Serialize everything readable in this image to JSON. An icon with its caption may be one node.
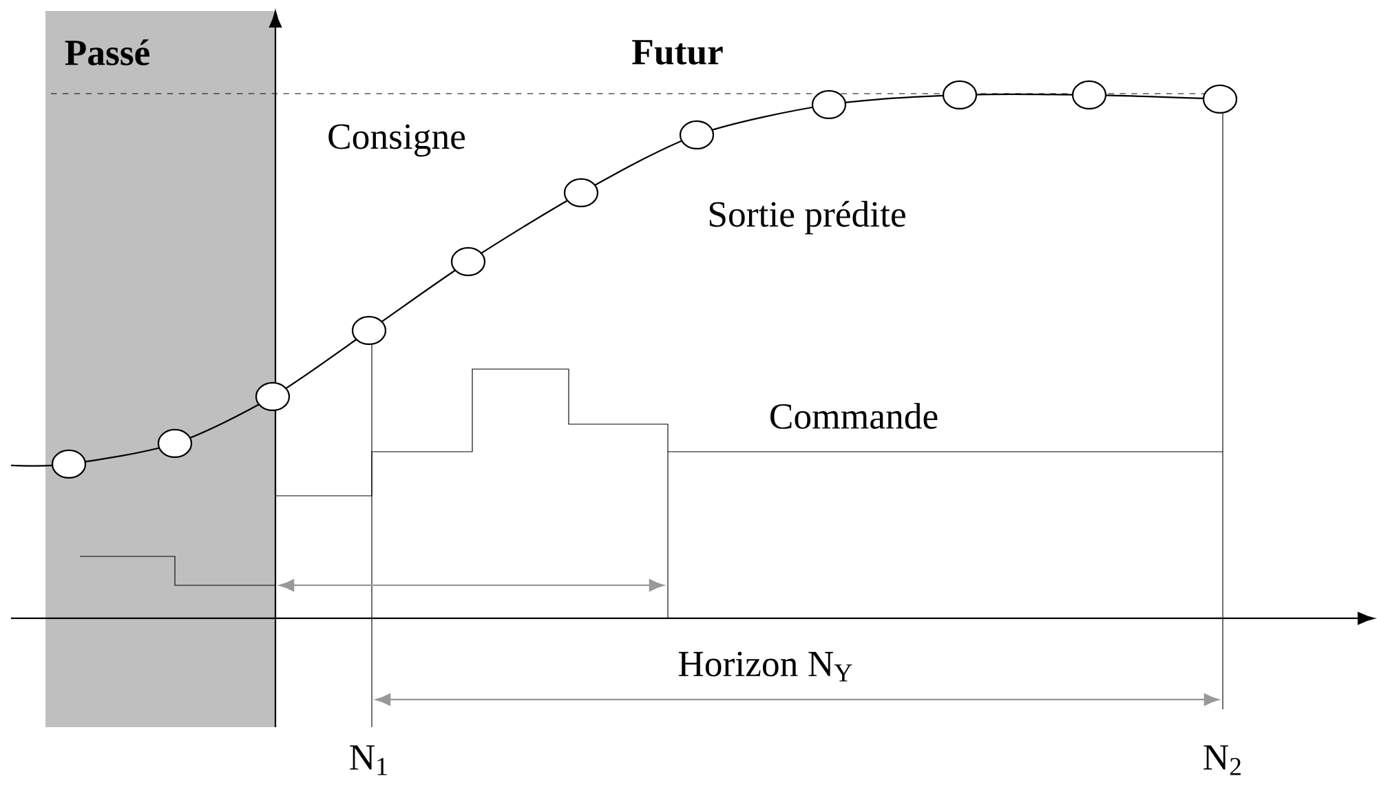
{
  "diagram": {
    "labels": [
      "Passé",
      "Futur",
      "Consigne",
      "Sortie prédite",
      "Commande",
      "Horizon N$_{Y}$",
      "N$_{1}$",
      "N$_{2}$"
    ]
  }
}
